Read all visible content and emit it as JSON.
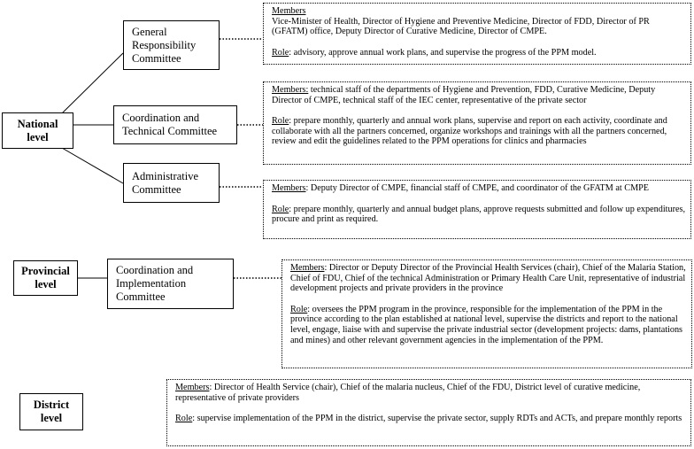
{
  "levels": {
    "national": [
      "National",
      "level"
    ],
    "provincial": [
      "Provincial",
      "level"
    ],
    "district": [
      "District",
      "level"
    ]
  },
  "committees": {
    "general": [
      "General",
      "Responsibility",
      "Committee"
    ],
    "coordination": [
      "Coordination and",
      "Technical Committee"
    ],
    "administrative": [
      "Administrative",
      "Committee"
    ],
    "provincial": [
      "Coordination and",
      "Implementation",
      "Committee"
    ]
  },
  "details": {
    "general": {
      "members_label": "Members",
      "members_text": "Vice-Minister of Health, Director of Hygiene and Preventive Medicine, Director of FDD, Director of PR (GFATM) office, Deputy Director of Curative Medicine, Director of CMPE.",
      "role_label": "Role",
      "role_text": ": advisory, approve annual work plans, and supervise the progress of the PPM model."
    },
    "coordination": {
      "members_label": "Members:",
      "members_text": " technical staff of the departments of Hygiene and Prevention, FDD, Curative Medicine, Deputy Director of CMPE, technical staff of the IEC center, representative of the private sector",
      "role_label": "Role",
      "role_text": ": prepare monthly, quarterly and annual work plans, supervise and report on each activity, coordinate and collaborate with all the partners concerned, organize workshops and trainings with all the partners concerned, review and edit the guidelines related to the PPM operations for clinics and pharmacies"
    },
    "administrative": {
      "members_label": "Members",
      "members_text": ": Deputy Director of CMPE, financial staff of CMPE, and coordinator of the GFATM at CMPE",
      "role_label": "Role",
      "role_text": ": prepare monthly, quarterly and annual budget plans, approve requests submitted and follow up expenditures, procure and print as required."
    },
    "provincial": {
      "members_label": "Members",
      "members_text": ": Director or Deputy Director of the Provincial Health Services (chair), Chief of the Malaria Station, Chief of FDU, Chief of the technical Administration or Primary Health Care Unit, representative of industrial development projects and private providers in the province",
      "role_label": "Role",
      "role_text": ":  oversees the PPM program in the province, responsible for the implementation of the PPM in the province according to the plan established at national level, supervise the districts and report to the national level, engage, liaise with and supervise the private industrial sector (development projects: dams, plantations and mines) and other relevant government agencies in the implementation of the PPM."
    },
    "district": {
      "members_label": "Members",
      "members_text": ": Director of Health Service (chair), Chief of the malaria nucleus, Chief of the FDU, District level of curative medicine, representative of private providers",
      "role_label": "Role",
      "role_text": ": supervise implementation of the PPM in the district, supervise the private sector, supply RDTs and ACTs, and prepare monthly reports"
    }
  }
}
